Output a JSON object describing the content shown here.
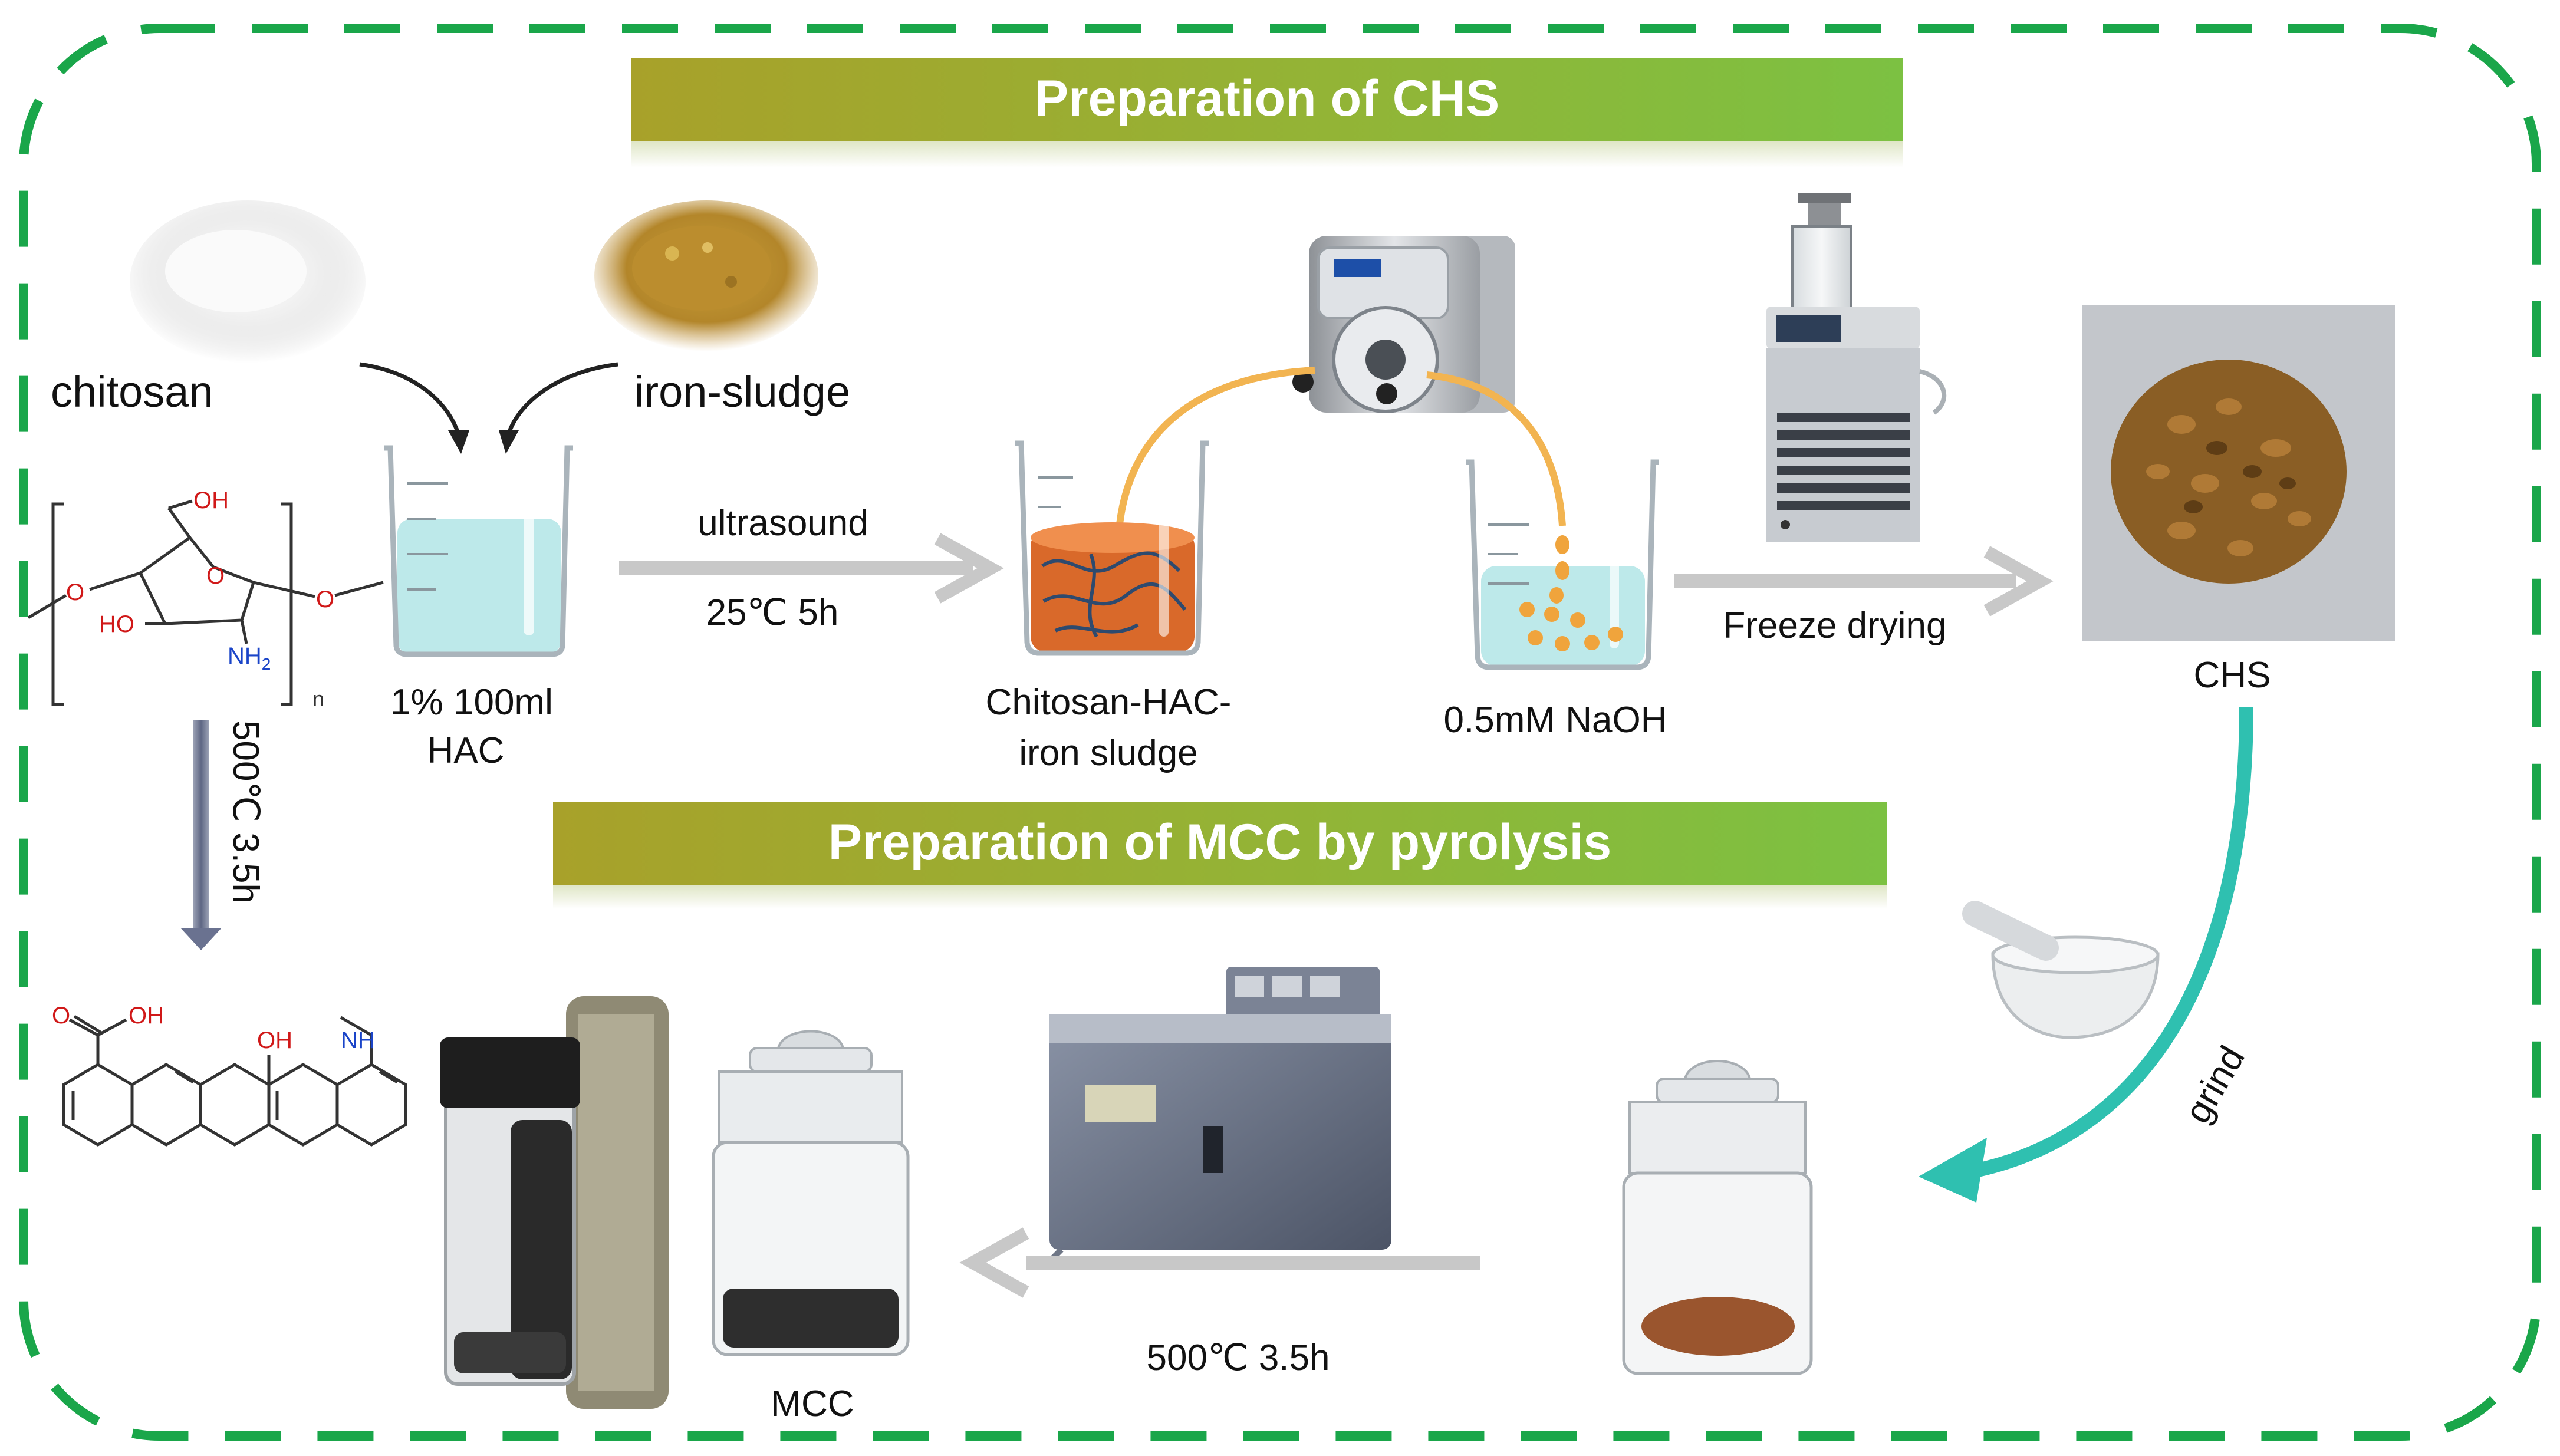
{
  "sections": {
    "chs_title": "Preparation of CHS",
    "mcc_title": "Preparation of MCC by pyrolysis"
  },
  "materials": {
    "chitosan": "chitosan",
    "iron_sludge": "iron-sludge"
  },
  "steps": {
    "beaker_hac_line1": "1% 100ml",
    "beaker_hac_line2": "HAC",
    "ultrasound": "ultrasound",
    "ultrasound_condition": "25℃ 5h",
    "mixture_line1": "Chitosan-HAC-",
    "mixture_line2": "iron sludge",
    "naoh": "0.5mM  NaOH",
    "freeze_drying": "Freeze drying",
    "chs": "CHS",
    "grind": "grind",
    "pyrolysis_condition": "500℃ 3.5h",
    "mcc": "MCC",
    "chem_pyrolysis": "500℃ 3.5h"
  },
  "chemistry": {
    "chitosan_oh": "OH",
    "chitosan_o_ring": "O",
    "chitosan_ho": "HO",
    "chitosan_nh2": "NH",
    "chitosan_nh2_sub": "2",
    "chitosan_o_left": "O",
    "chitosan_o_right": "O",
    "chitosan_n": "n",
    "product_o": "O",
    "product_oh_acid": "OH",
    "product_oh": "OH",
    "product_nh": "NH"
  },
  "colors": {
    "dashed_border": "#1aa64a",
    "banner_left": "#a9a128",
    "banner_right": "#7cc142",
    "grind_arrow": "#2fc0b0",
    "process_arrow": "#c8c8c8",
    "tube": "#f2b451",
    "solution": "#bde9ea",
    "mixture": "#d9692a",
    "hydroxyl": "#d01818",
    "amine": "#1a44c8"
  }
}
